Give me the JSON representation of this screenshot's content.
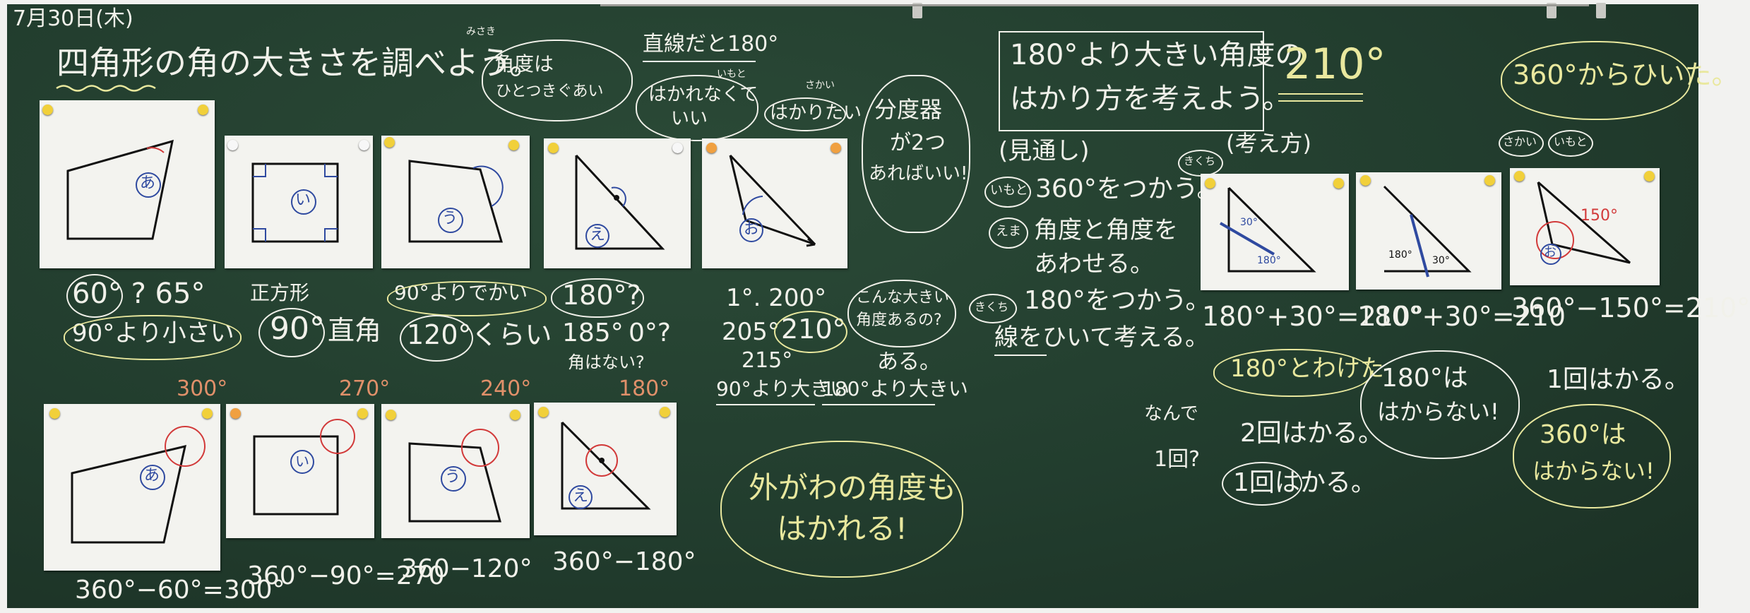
{
  "board": {
    "date": "7月30日(木)",
    "title": "四角形の角の大きさを調べよう。",
    "goal": [
      "180°より大きい角度の",
      "はかり方を考えよう。"
    ],
    "answer": "210°"
  },
  "top_notes": {
    "misaki_name": "みさき",
    "misaki": [
      "角度は",
      "ひとつきぐあい"
    ],
    "straight": "直線だと180°",
    "imoto_name1": "いもと",
    "no_measure": [
      "はかれなくて",
      "いい"
    ],
    "sakai_name1": "さかい",
    "want_measure": "はかりたい",
    "protractor": [
      "分度器",
      "が2つ",
      "あればいい!"
    ]
  },
  "row1_notes": {
    "a_vals": "60°  ?  65°",
    "a_small": "90°より小さい",
    "square_label": "正方形",
    "i_val": "90°",
    "i_word": "直角",
    "u_bigger": "90°よりでかい",
    "u_val": "120°くらい",
    "e_q": "180°?",
    "e_185": "185°",
    "e_0": "0°?",
    "e_noangle": "角はない?",
    "o_1": "1°. 200°",
    "o_205": "205°",
    "o_210": "210°",
    "o_215": "215°",
    "o_big90": "90°より大きい",
    "o_big180": "180°より大きい",
    "o_question": [
      "こんな大きい",
      "角度あるの?"
    ],
    "o_answer": "ある。"
  },
  "row2_top": [
    "300°",
    "270°",
    "240°",
    "180°"
  ],
  "row2_formulas": [
    "360°−60°=300°",
    "360°−90°=270",
    "360−120°",
    "360°−180°"
  ],
  "outside_bubble": [
    "外がわの角度も",
    "はかれる!"
  ],
  "prospect": {
    "title": "(見通し)",
    "imoto_tag": "いもと",
    "imoto_text": "360°をつかう。",
    "ema_tag": "えま",
    "ema_text": [
      "角度と角度を",
      "あわせる。"
    ],
    "kikuchi_tag": "きくち",
    "kikuchi_text": "180°をつかう。",
    "line_text": "線をひいて考える。"
  },
  "methods": {
    "kikuchi_tag": "きくち",
    "method_title": "(考え方)",
    "sakai_name": "さかい",
    "imoto_name": "いもと",
    "from360": "360°からひいた。",
    "formulas": [
      "180°+30°=210°",
      "180°+30°=210",
      "360°−150°=210°"
    ],
    "split180": "180°とわけた",
    "no180": [
      "180°は",
      "はからない!"
    ],
    "measure_once": "1回はかる。",
    "no360": [
      "360°は",
      "はからない!"
    ],
    "why": [
      "なんで",
      "1回?"
    ],
    "twice": "2回はかる。",
    "once": "1回はかる。"
  },
  "papers": {
    "a": "あ",
    "i": "い",
    "u": "う",
    "e": "え",
    "o": "お",
    "deg30": "30°",
    "deg180": "180°",
    "deg150": "150°"
  },
  "colors": {
    "board": "#223d2e",
    "chalk": "#f1f1ea",
    "yellow_chalk": "#e9e89e",
    "blue_marker": "#2f4aa0",
    "red_marker": "#d23a3a",
    "orange_chalk": "#e0906a"
  }
}
